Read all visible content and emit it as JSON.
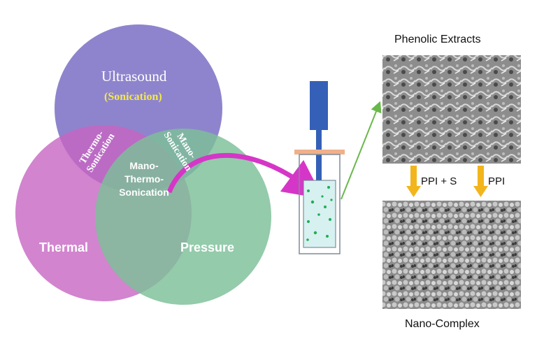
{
  "venn": {
    "top_circle": {
      "title": "Ultrasound",
      "subtitle": "(Sonication)",
      "color": "#8479c9"
    },
    "left_circle": {
      "title": "Thermal",
      "color": "#c765c2"
    },
    "right_circle": {
      "title": "Pressure",
      "color": "#7cbf99"
    },
    "overlap_top_left": "Thermo-Sonication",
    "overlap_top_right": "Mano-Sonication",
    "center": [
      "Mano-",
      "Thermo-",
      "Sonication"
    ]
  },
  "arrows": {
    "curved_color": "#d636c8",
    "straight_color": "#69b84a",
    "down_color": "#f2b51c"
  },
  "device": {
    "probe_color": "#3560b7",
    "collar_color": "#f0b08a",
    "particle_color": "#1fae55"
  },
  "micrographs": {
    "top_title": "Phenolic Extracts",
    "bottom_title": "Nano-Complex",
    "left_arrow_label": "PPI + S",
    "right_arrow_label": "PPI"
  }
}
